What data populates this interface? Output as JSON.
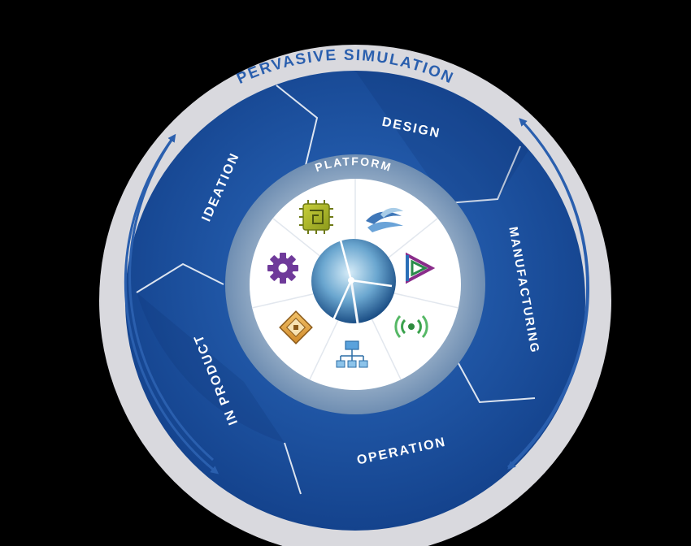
{
  "outer_ring": {
    "label": "PERVASIVE SIMULATION"
  },
  "stages": {
    "design": "DESIGN",
    "manufacturing": "MANUFACTURING",
    "operation": "OPERATION",
    "in_product": "IN PRODUCT",
    "ideation": "IDEATION"
  },
  "platform": {
    "label": "PLATFORM"
  },
  "icons": [
    "chip-icon",
    "fluid-wave-icon",
    "play-triangle-icon",
    "signal-waves-icon",
    "system-diagram-icon",
    "embedded-software-icon",
    "gear-icon"
  ],
  "colors": {
    "background": "#000000",
    "outer_ring": "#d9d9de",
    "blue_segment": "#1a55a8",
    "blue_dark": "#0f3f86",
    "platform_ring": "#7f9cba",
    "title_blue": "#2a5fae",
    "white": "#ffffff"
  }
}
